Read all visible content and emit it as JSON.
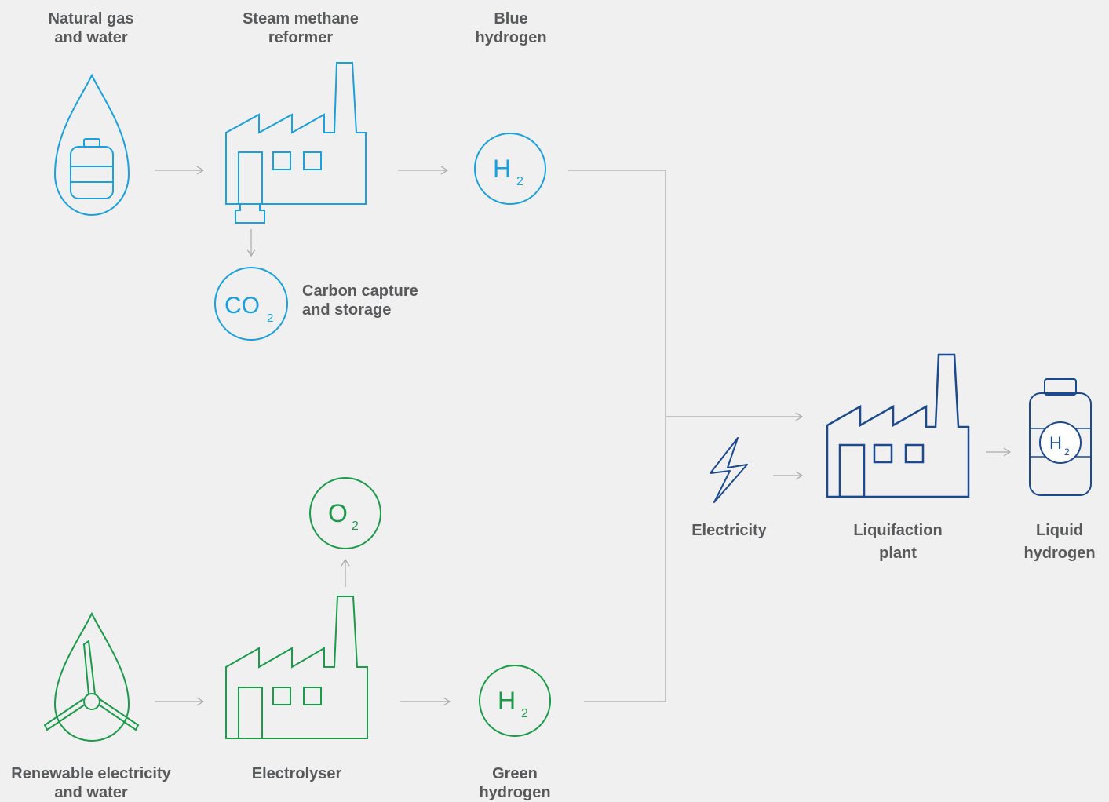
{
  "colors": {
    "background": "#f0f0f0",
    "blue": "#1aa0dc",
    "green": "#1b9a4a",
    "navy": "#1b4a8e",
    "arrow_gray": "#a9a9a9",
    "label_gray": "#58595b"
  },
  "icons": {
    "natural_gas": "gas-droplet-icon",
    "smr": "factory-icon",
    "blue_h2": "hydrogen-circle-icon",
    "co2": "co2-circle-icon",
    "o2": "oxygen-circle-icon",
    "renewable": "wind-turbine-droplet-icon",
    "electrolyser": "factory-icon",
    "green_h2": "hydrogen-circle-icon",
    "electricity": "lightning-bolt-icon",
    "liquifaction": "factory-icon",
    "liquid_h2": "hydrogen-tank-icon"
  },
  "nodes": {
    "natural_gas": {
      "line1": "Natural gas",
      "line2": "and water"
    },
    "smr": {
      "line1": "Steam methane",
      "line2": "reformer"
    },
    "blue_h2": {
      "line1": "Blue",
      "line2": "hydrogen",
      "symbol": "H",
      "sub": "2"
    },
    "ccs": {
      "line1": "Carbon capture",
      "line2": "and storage",
      "symbol": "CO",
      "sub": "2"
    },
    "o2": {
      "symbol": "O",
      "sub": "2"
    },
    "renewable": {
      "line1": "Renewable electricity",
      "line2": "and water"
    },
    "electrolyser": {
      "line1": "Electrolyser"
    },
    "green_h2": {
      "line1": "Green",
      "line2": "hydrogen",
      "symbol": "H",
      "sub": "2"
    },
    "electricity": {
      "line1": "Electricity"
    },
    "liquifaction": {
      "line1": "Liquifaction",
      "line2": "plant"
    },
    "liquid_h2": {
      "line1": "Liquid",
      "line2": "hydrogen",
      "symbol": "H",
      "sub": "2"
    }
  }
}
